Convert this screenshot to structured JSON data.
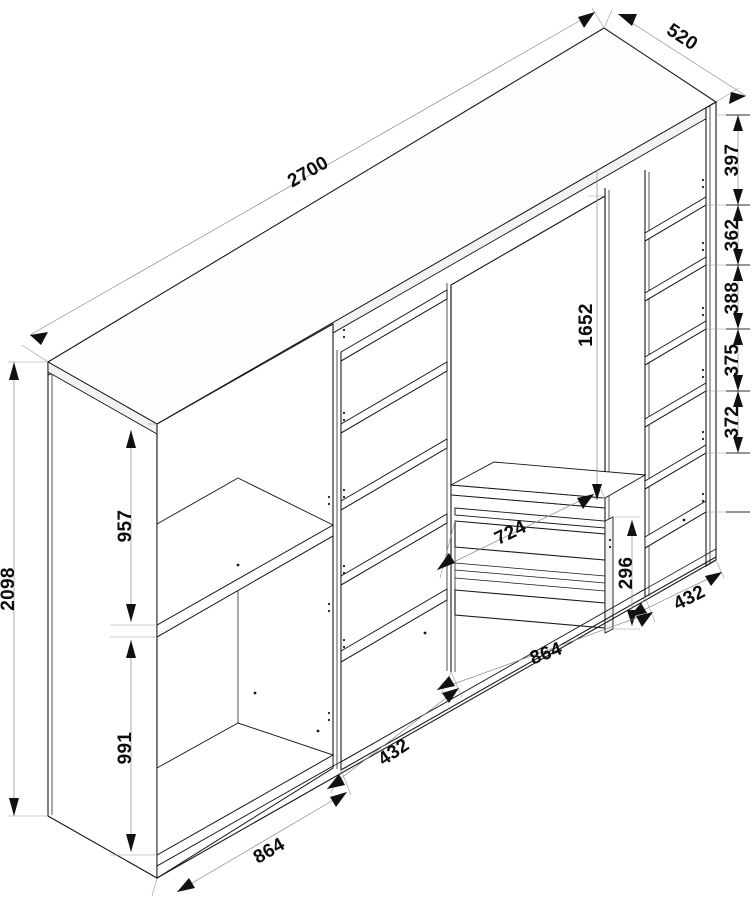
{
  "drawing": {
    "title": "Wardrobe cabinet isometric assembly drawing",
    "type": "isometric-technical-drawing",
    "units": "mm",
    "line_color": "#1a1a1a",
    "dimension_color": "#8a8a8a",
    "background": "#ffffff"
  },
  "dimensions": {
    "overall_width": "2700",
    "overall_depth": "520",
    "overall_height": "2098",
    "left_section": {
      "upper_compartment_height": "957",
      "lower_compartment_height": "991",
      "bottom_width": "864"
    },
    "middle_left_section": {
      "width": "432"
    },
    "middle_right_section": {
      "width": "864",
      "opening_height": "1652",
      "drawer_width": "724"
    },
    "right_section": {
      "width": "432",
      "shelf_1_height": "397",
      "shelf_2_height": "362",
      "shelf_3_height": "388",
      "shelf_4_height": "375",
      "shelf_5_height": "372",
      "bottom_height": "296"
    }
  },
  "labels": {
    "width_2700": "2700",
    "depth_520": "520",
    "height_2098": "2098",
    "left_upper_957": "957",
    "left_lower_991": "991",
    "left_base_864": "864",
    "mid_432_a": "432",
    "mid_864": "864",
    "mid_right_432": "432",
    "opening_1652": "1652",
    "drawer_724": "724",
    "bottom_296": "296",
    "shelf_397": "397",
    "shelf_362": "362",
    "shelf_388": "388",
    "shelf_375": "375",
    "shelf_372": "372"
  }
}
